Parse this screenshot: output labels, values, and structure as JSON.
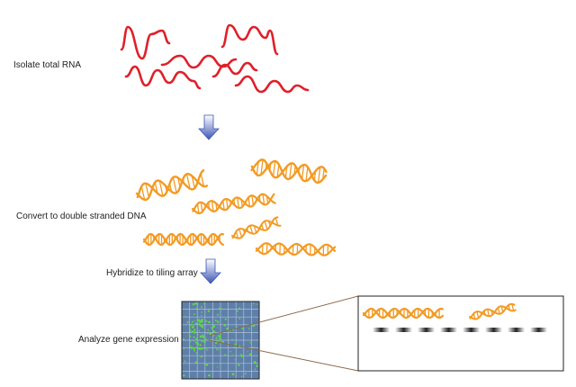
{
  "steps": [
    {
      "label": "Isolate total RNA"
    },
    {
      "label": "Convert to double stranded DNA"
    },
    {
      "label": "Hybridize to tiling array"
    },
    {
      "label": "Analyze gene expression"
    }
  ],
  "colors": {
    "rna": "#e0202a",
    "dna": "#f39a23",
    "arrow_top": "#ffffff",
    "arrow_bottom": "#3b56b5",
    "array_bg": "#5f7fa8",
    "array_grid": "#a9c3de",
    "array_spot": "#5fd64a",
    "callout_line": "#8a6a4a",
    "probe_dark": "#222222"
  },
  "icons": {
    "arrow_1": "down-arrow-icon",
    "arrow_2": "down-arrow-icon",
    "array": "microarray-chip-icon"
  }
}
